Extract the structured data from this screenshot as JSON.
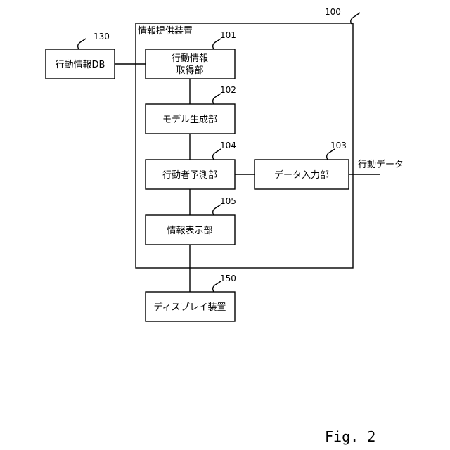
{
  "device": {
    "title": "情報提供装置",
    "ref": "100"
  },
  "blocks": {
    "action_db": {
      "label": "行動情報DB",
      "ref": "130"
    },
    "acquire": {
      "label_line1": "行動情報",
      "label_line2": "取得部",
      "ref": "101"
    },
    "model": {
      "label": "モデル生成部",
      "ref": "102"
    },
    "predict": {
      "label": "行動者予測部",
      "ref": "104"
    },
    "input": {
      "label": "データ入力部",
      "ref": "103"
    },
    "display_unit": {
      "label": "情報表示部",
      "ref": "105"
    },
    "display_device": {
      "label": "ディスプレイ装置",
      "ref": "150"
    }
  },
  "external_input": {
    "label": "行動データ"
  },
  "figure_label": "Fig. 2"
}
